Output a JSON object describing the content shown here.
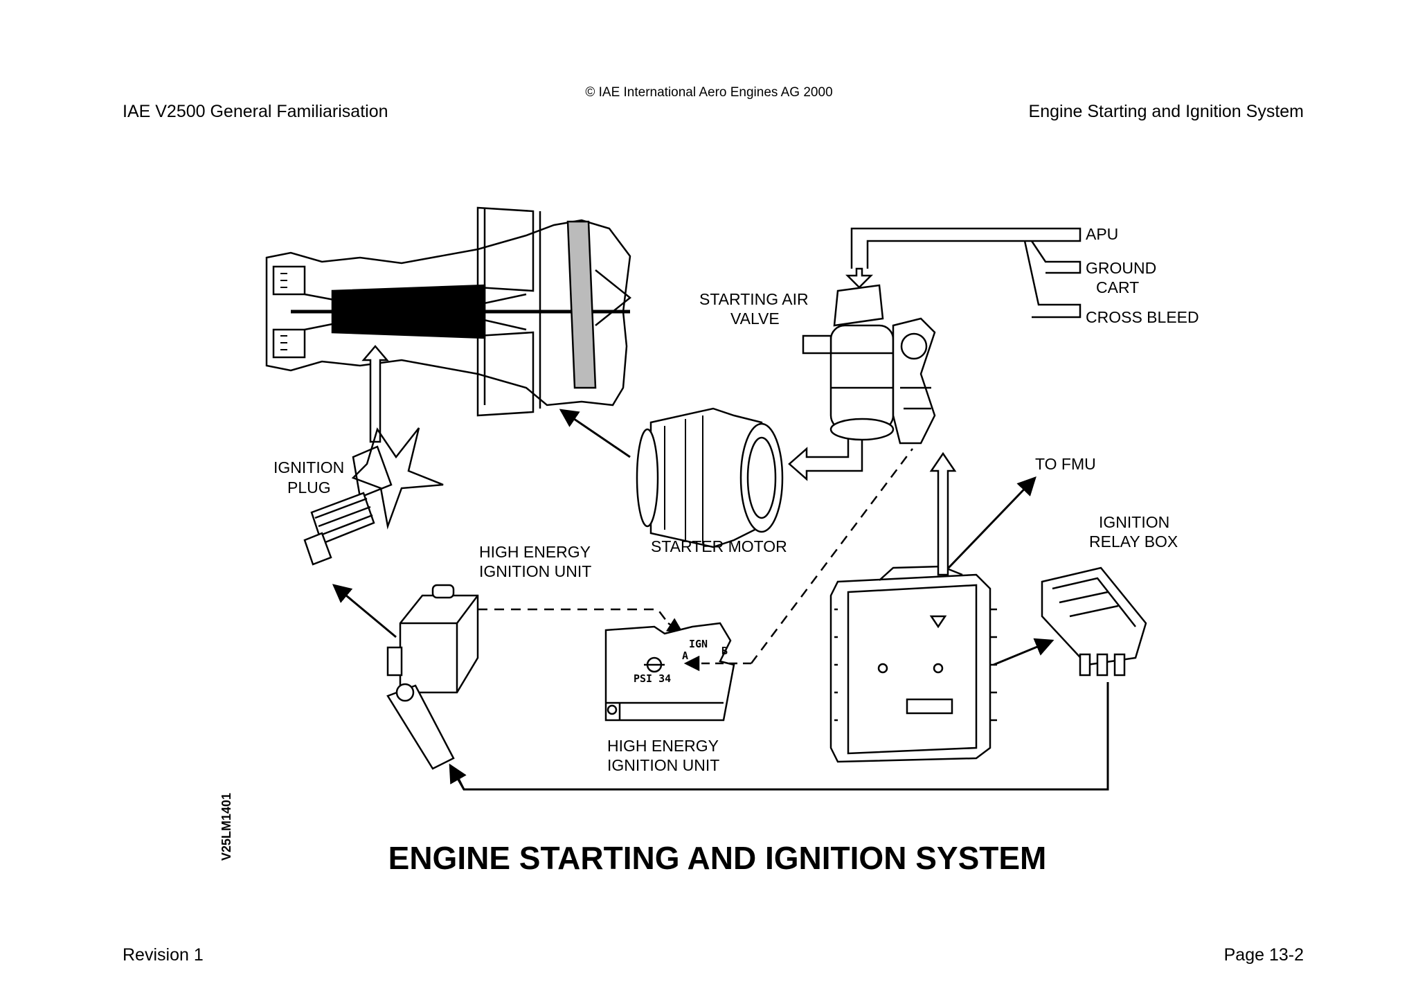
{
  "header": {
    "copyright": "© IAE International Aero Engines AG 2000",
    "doc_title": "IAE V2500 General Familiarisation",
    "chapter_title": "Engine Starting and Ignition System"
  },
  "footer": {
    "revision": "Revision 1",
    "page": "Page 13-2"
  },
  "diagram": {
    "title": "ENGINE STARTING AND IGNITION SYSTEM",
    "figure_code": "V25LM1401",
    "labels": {
      "apu": "APU",
      "ground_cart_1": "GROUND",
      "ground_cart_2": "CART",
      "cross_bleed": "CROSS BLEED",
      "starting_air_valve_1": "STARTING AIR",
      "starting_air_valve_2": "VALVE",
      "ignition_plug_1": "IGNITION",
      "ignition_plug_2": "PLUG",
      "starter_motor": "STARTER MOTOR",
      "to_fmu": "TO FMU",
      "ignition_relay_box_1": "IGNITION",
      "ignition_relay_box_2": "RELAY BOX",
      "heiu_top_1": "HIGH ENERGY",
      "heiu_top_2": "IGNITION UNIT",
      "heiu_bottom_1": "HIGH ENERGY",
      "heiu_bottom_2": "IGNITION UNIT"
    },
    "panel": {
      "ign": "IGN",
      "a": "A",
      "b": "B",
      "psi": "PSI 34"
    }
  }
}
